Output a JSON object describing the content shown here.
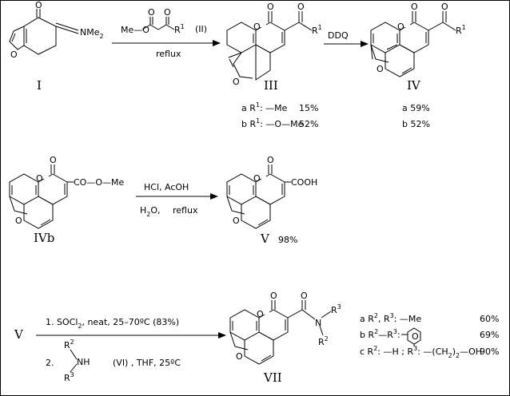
{
  "compounds": {
    "I": {
      "label": "I",
      "nme2": "NMe",
      "nme2_sub": "2"
    },
    "III": {
      "label": "III",
      "r1": "R",
      "r1_sup": "1"
    },
    "IV": {
      "label": "IV",
      "r1": "R",
      "r1_sup": "1"
    },
    "IVb": {
      "label": "IVb",
      "ester": "CO—O—Me"
    },
    "V": {
      "label": "V",
      "yield": "98%",
      "acid": "COOH"
    },
    "V_start": {
      "label": "V"
    },
    "VII": {
      "label": "VII",
      "N": "N",
      "r2": "R",
      "r2_sup": "2",
      "r3": "R",
      "r3_sup": "3"
    }
  },
  "reagent_II": {
    "text": "Me—O",
    "r1": "R",
    "r1_sup": "1",
    "label": "(II)"
  },
  "step1": {
    "condition": "reflux"
  },
  "step2": {
    "reagent": "DDQ"
  },
  "step3": {
    "reagent": "HCl, AcOH",
    "h2o": "H",
    "h2o_sub": "2",
    "h2o_o": "O,",
    "reflux": "reflux"
  },
  "step4": {
    "line1": "1. SOCl",
    "line1_sub": "2",
    "line1_rest": ",   neat, 25–70ºC (83%)",
    "line2_num": "2.",
    "amine_r2": "R",
    "amine_r2_sup": "2",
    "amine_nh": "NH",
    "amine_r3": "R",
    "amine_r3_sup": "3",
    "line2_rest": "(VI) , THF,  25ºC"
  },
  "yields_III": [
    {
      "prefix": "a R",
      "sup": "1",
      "group": ": —Me",
      "value": "15%"
    },
    {
      "prefix": "b R",
      "sup": "1",
      "group": ": —O—Me",
      "value": "52%"
    }
  ],
  "yields_IV": [
    {
      "text": "a 59%"
    },
    {
      "text": "b 52%"
    }
  ],
  "yields_VII": [
    {
      "a1": "a R",
      "s1": "2",
      "a2": ", R",
      "s2": "3",
      "a3": ": —Me",
      "value": "60%"
    },
    {
      "a1": "b R",
      "s1": "2",
      "a2": "—R",
      "s2": "3",
      "a3": ":",
      "value": "69%"
    },
    {
      "a1": "c R",
      "s1": "2",
      "a2": ": —H ; R",
      "s2": "3",
      "a3": ":  —(CH",
      "s3": "2",
      "a4": ")",
      "s4": "2",
      "a5": "—OH",
      "value": "90%"
    }
  ],
  "atoms": {
    "O": "O"
  }
}
